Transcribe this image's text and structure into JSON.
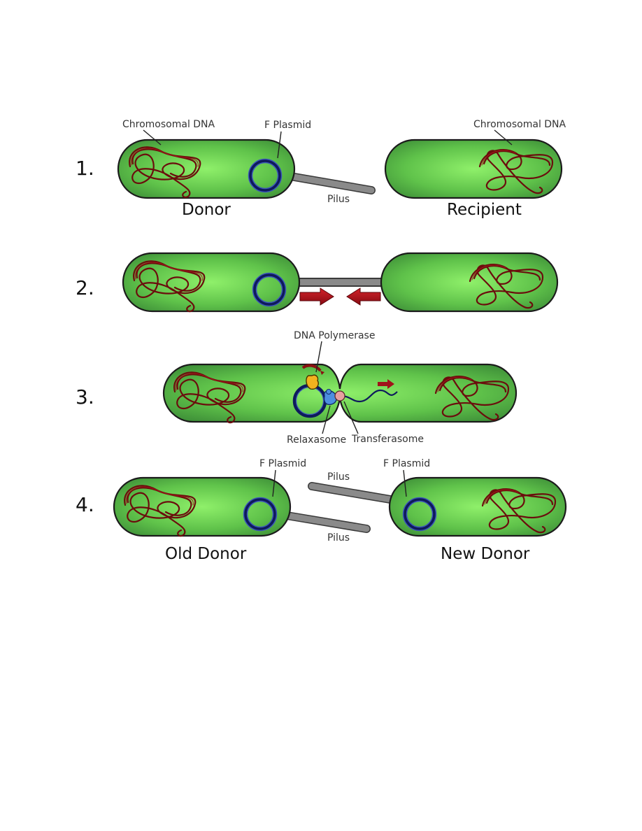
{
  "steps": [
    {
      "number": "1."
    },
    {
      "number": "2."
    },
    {
      "number": "3."
    },
    {
      "number": "4."
    }
  ],
  "labels": {
    "chromosomal_dna_left": "Chromosomal DNA",
    "chromosomal_dna_right": "Chromosomal DNA",
    "f_plasmid_step1": "F Plasmid",
    "pilus_step1": "Pilus",
    "donor": "Donor",
    "recipient": "Recipient",
    "dna_polymerase": "DNA Polymerase",
    "relaxasome": "Relaxasome",
    "transferasome": "Transferasome",
    "f_plasmid_step4_left": "F Plasmid",
    "f_plasmid_step4_right": "F Plasmid",
    "pilus_step4_top": "Pilus",
    "pilus_step4_bottom": "Pilus",
    "old_donor": "Old Donor",
    "new_donor": "New Donor"
  },
  "colors": {
    "cell_center": "#8ff06a",
    "cell_edge": "#3e8f38",
    "dna": "#6b0d0d",
    "plasmid": "#0e1a5c",
    "pilus": "#8a8a8a",
    "arrow": "#b0121c",
    "polymerase": "#f2b21e",
    "relaxase": "#4d8fe0",
    "transferase": "#e8a0a0"
  }
}
